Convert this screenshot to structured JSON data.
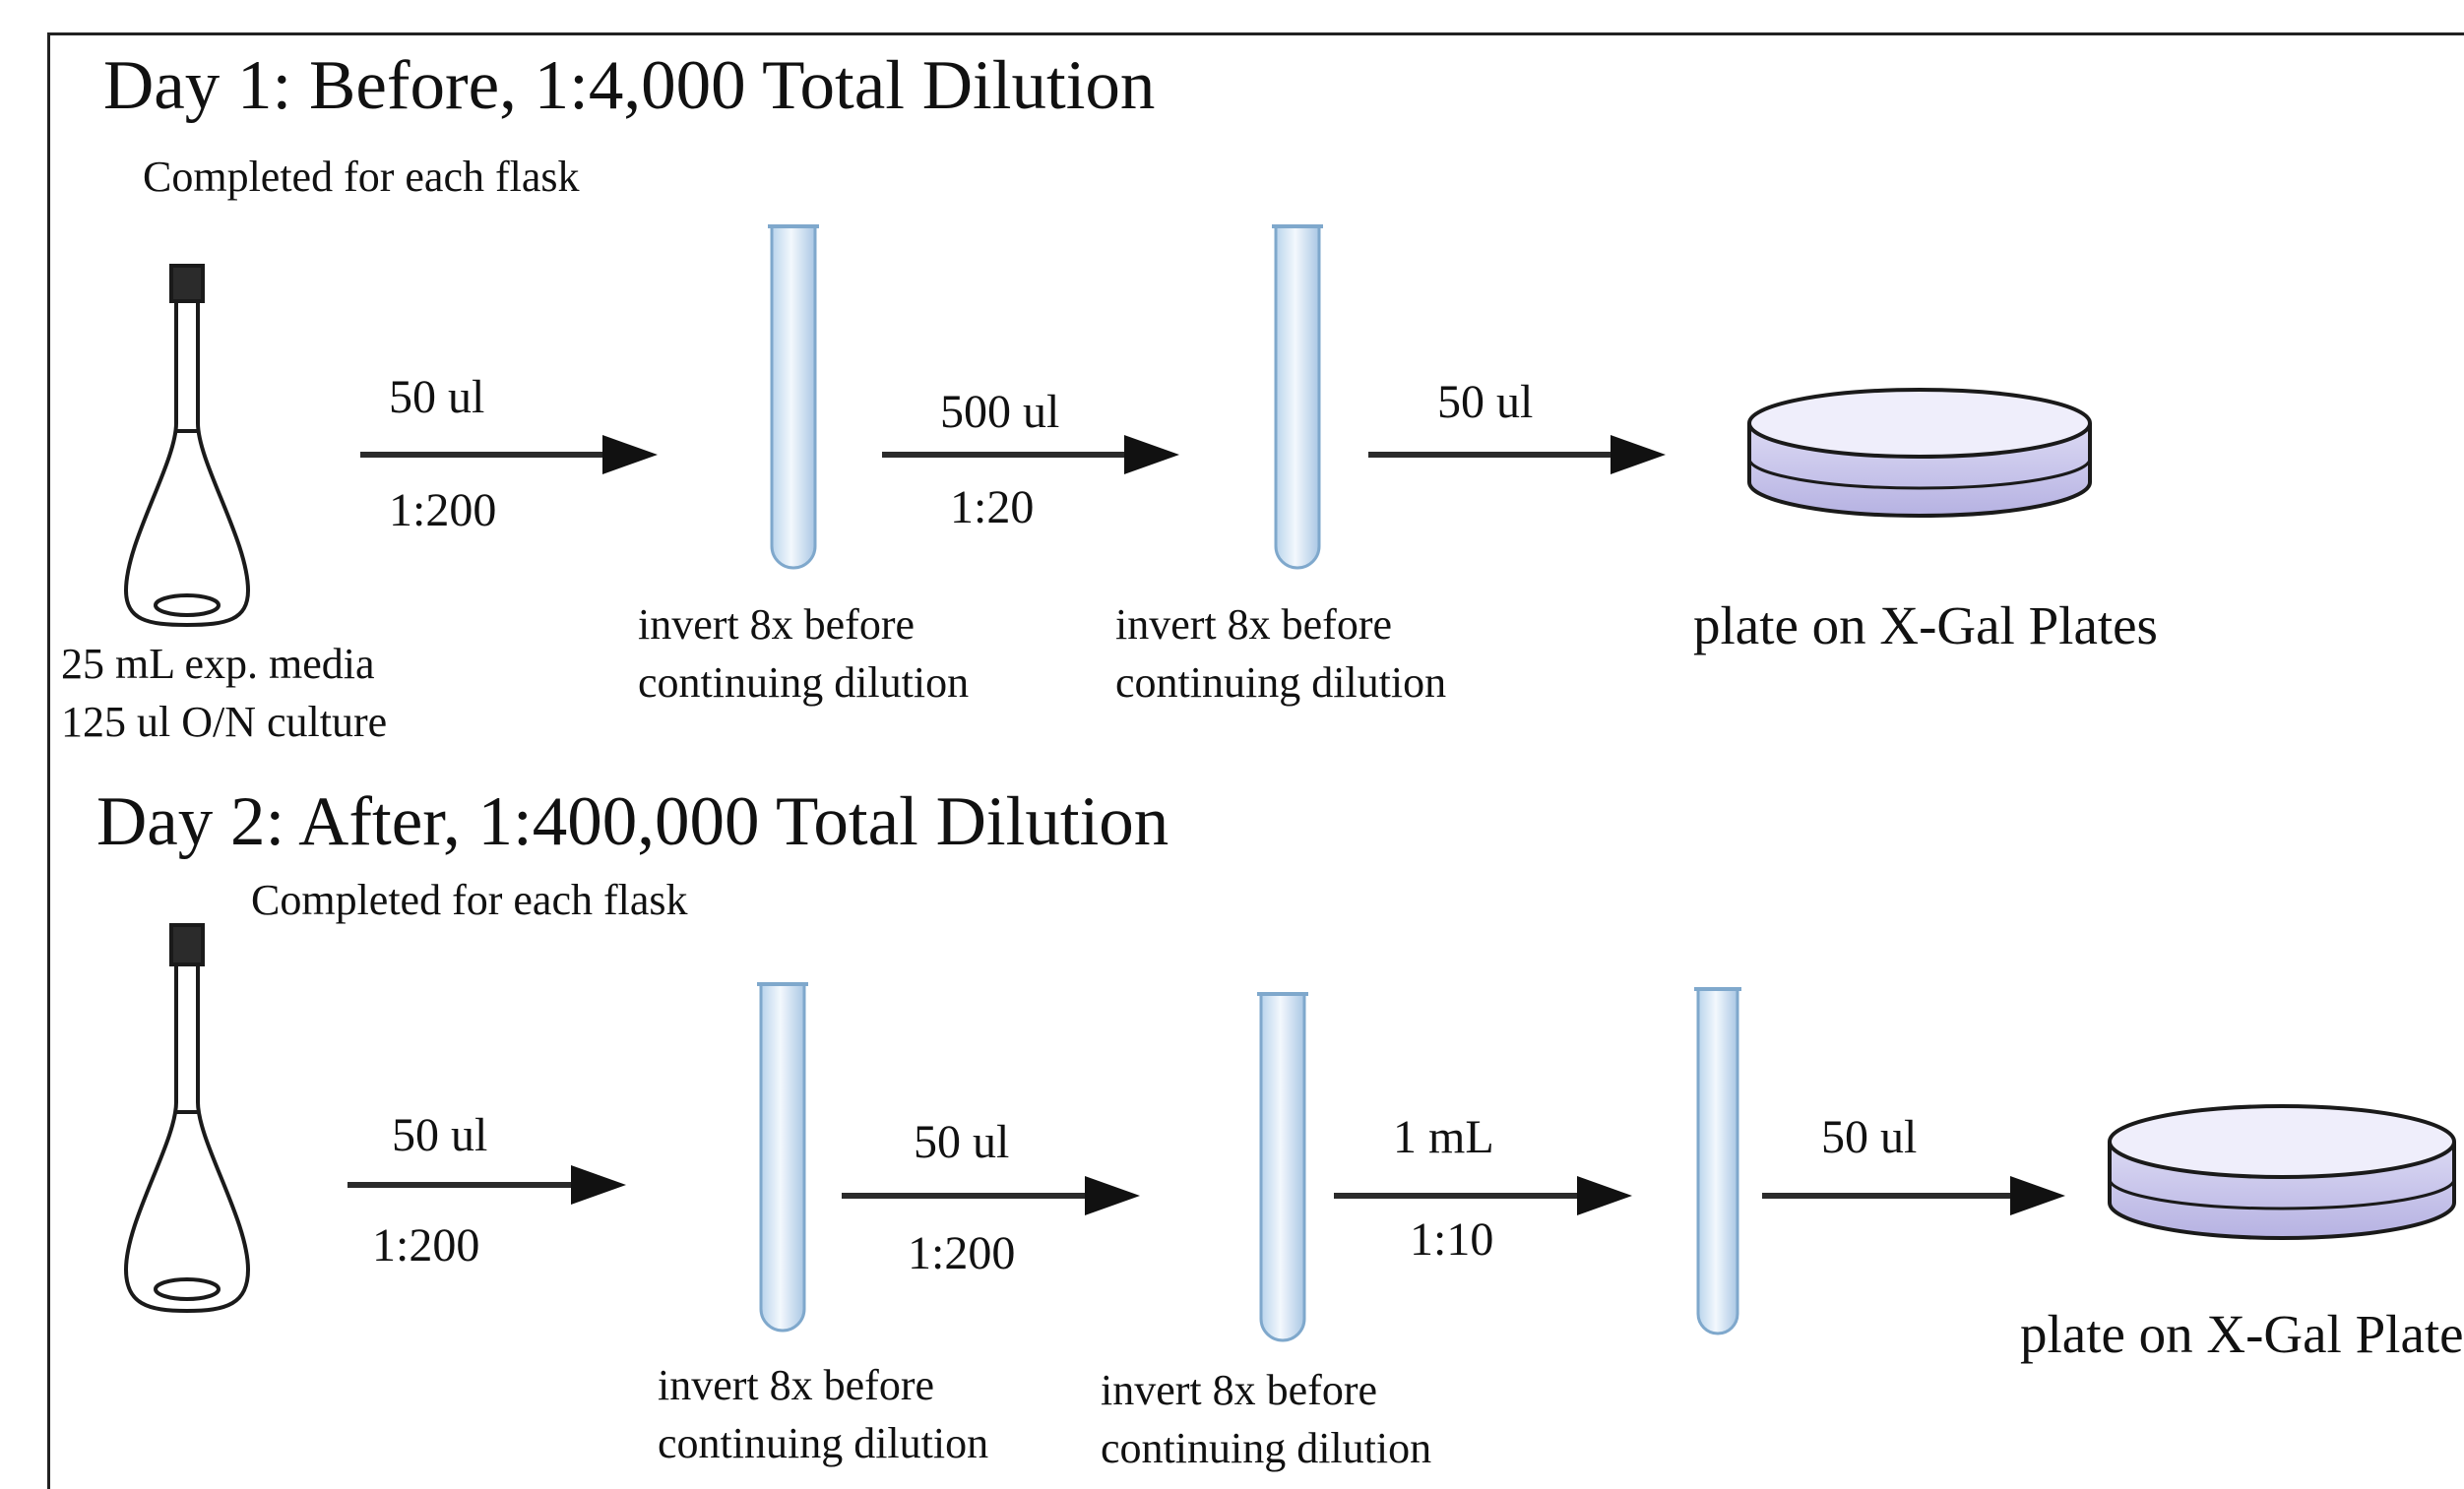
{
  "day1": {
    "title": "Day 1: Before, 1:4,000 Total Dilution",
    "subtitle": "Completed for each flask",
    "flask_note_line1": "25 mL exp. media",
    "flask_note_line2": "125 ul O/N culture",
    "steps": [
      {
        "volume": "50 ul",
        "ratio": "1:200"
      },
      {
        "volume": "500 ul",
        "ratio": "1:20"
      },
      {
        "volume": "50 ul",
        "ratio": ""
      }
    ],
    "tube_notes": [
      {
        "line1": "invert 8x before",
        "line2": "continuing dilution"
      },
      {
        "line1": "invert 8x before",
        "line2": "continuing dilution"
      }
    ],
    "plate_label": "plate on X-Gal Plates"
  },
  "day2": {
    "title": "Day 2: After, 1:400,000 Total Dilution",
    "subtitle": "Completed for each flask",
    "steps": [
      {
        "volume": "50 ul",
        "ratio": "1:200"
      },
      {
        "volume": "50 ul",
        "ratio": "1:200"
      },
      {
        "volume": "1 mL",
        "ratio": "1:10"
      },
      {
        "volume": "50 ul",
        "ratio": ""
      }
    ],
    "tube_notes": [
      {
        "line1": "invert 8x before",
        "line2": "continuing dilution"
      },
      {
        "line1": "invert 8x before",
        "line2": "continuing dilution"
      }
    ],
    "plate_label": "plate on X-Gal Plates"
  },
  "colors": {
    "tube_fill": "#dbeaf6",
    "tube_stroke": "#7fa8cc",
    "plate_fill": "#c9c6ec",
    "plate_stroke": "#1a1a1a",
    "arrow": "#2b2b2b",
    "flask_stroke": "#1a1a1a"
  }
}
